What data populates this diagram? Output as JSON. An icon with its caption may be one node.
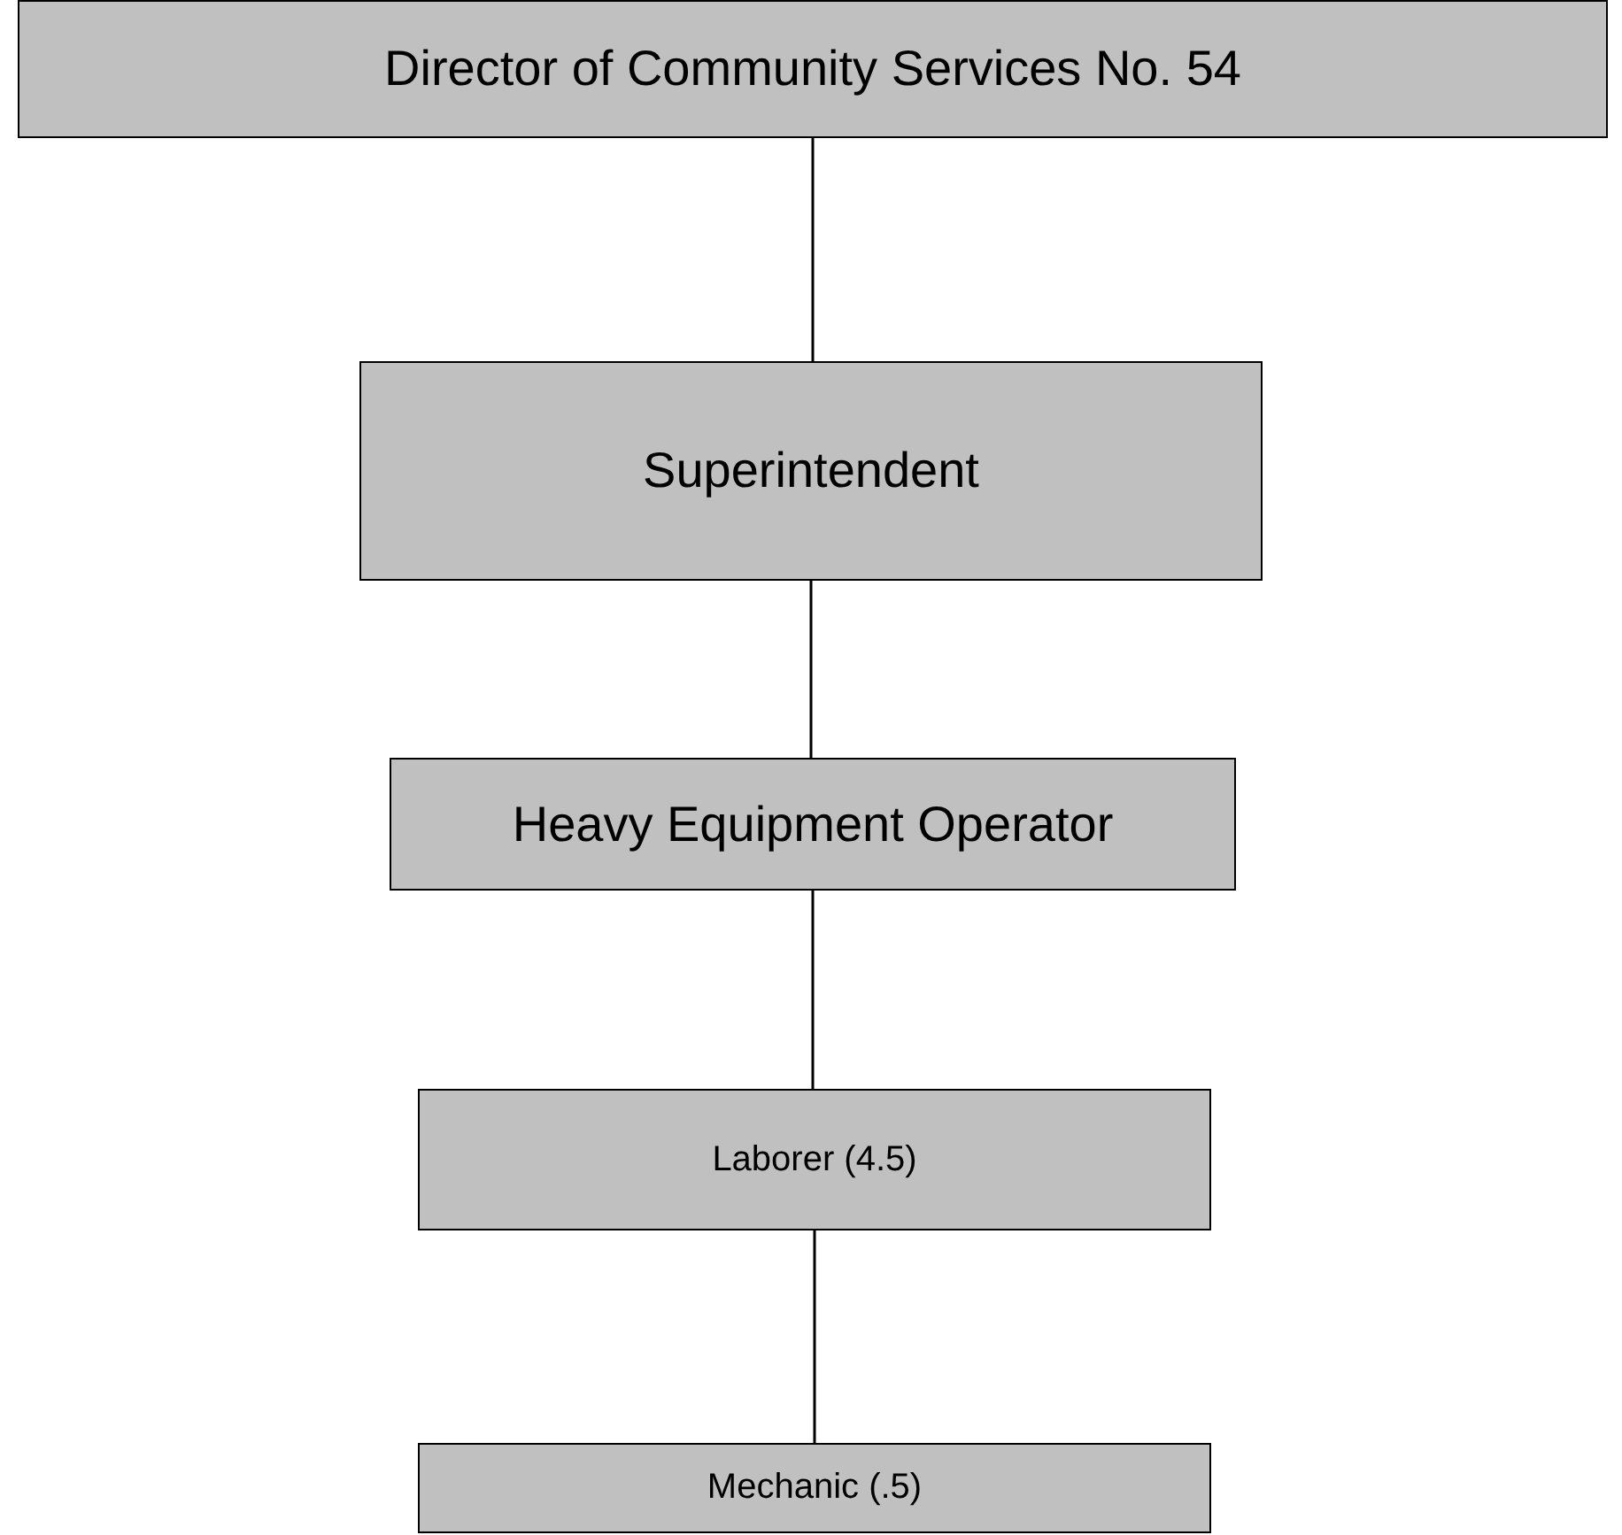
{
  "diagram": {
    "nodes": [
      {
        "text": [
          "Director of Community Services No. 54"
        ]
      },
      {
        "text": [
          "Superintendent"
        ]
      },
      {
        "text": [
          "Heavy Equipment Operator"
        ]
      },
      {
        "text": [
          "Laborer (4.5)"
        ]
      },
      {
        "text": [
          "Mechanic (.5)"
        ]
      }
    ],
    "edges": [
      {
        "from": 0,
        "to": 1,
        "arrow": "none"
      },
      {
        "from": 1,
        "to": 2,
        "arrow": "none"
      },
      {
        "from": 2,
        "to": 3,
        "arrow": "none"
      },
      {
        "from": 3,
        "to": 4,
        "arrow": "none"
      }
    ]
  }
}
